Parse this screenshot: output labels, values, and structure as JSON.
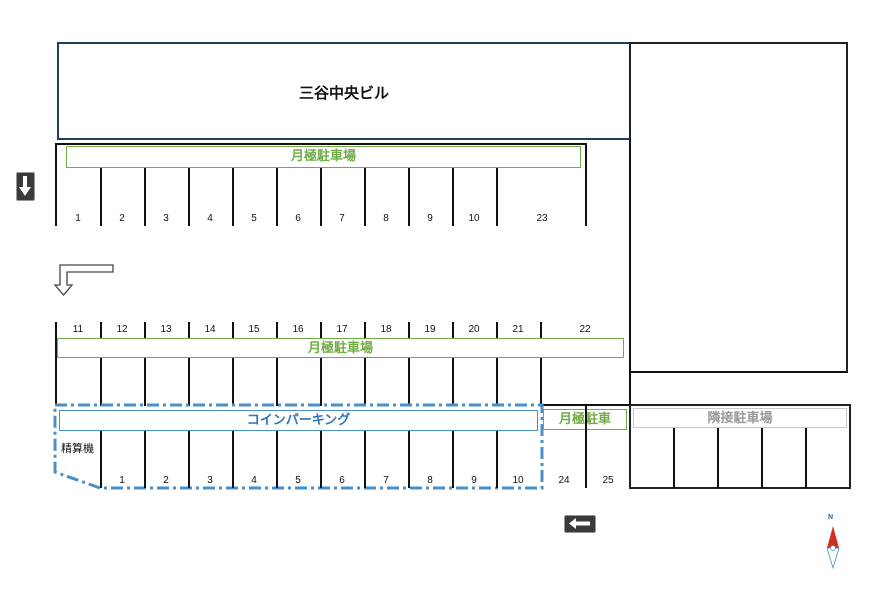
{
  "building": {
    "name": "三谷中央ビル"
  },
  "top_row": {
    "label": "月極駐車場",
    "spaces": [
      "1",
      "2",
      "3",
      "4",
      "5",
      "6",
      "7",
      "8",
      "9",
      "10",
      "23"
    ]
  },
  "middle_row": {
    "label": "月極駐車場",
    "spaces": [
      "11",
      "12",
      "13",
      "14",
      "15",
      "16",
      "17",
      "18",
      "19",
      "20",
      "21",
      "22"
    ]
  },
  "coin_parking": {
    "label": "コインパーキング",
    "machine_label": "精算機",
    "spaces": [
      "1",
      "2",
      "3",
      "4",
      "5",
      "6",
      "7",
      "8",
      "9",
      "10"
    ],
    "color": "#4a90c8"
  },
  "monthly_small": {
    "label": "月極駐車",
    "spaces": [
      "24",
      "25"
    ]
  },
  "adjacent": {
    "label": "隣接駐車場"
  },
  "signs": {
    "down_arrow": "down-arrow-sign",
    "left_arrow": "left-arrow-sign",
    "turn_arrow": "turn-down-arrow"
  },
  "compass": {
    "north_label": "N"
  },
  "colors": {
    "monthly_green": "#70ad47",
    "coin_blue": "#2e75b6",
    "building_border": "#1f3f5f",
    "adjacent_gray": "#9a9a9a"
  }
}
